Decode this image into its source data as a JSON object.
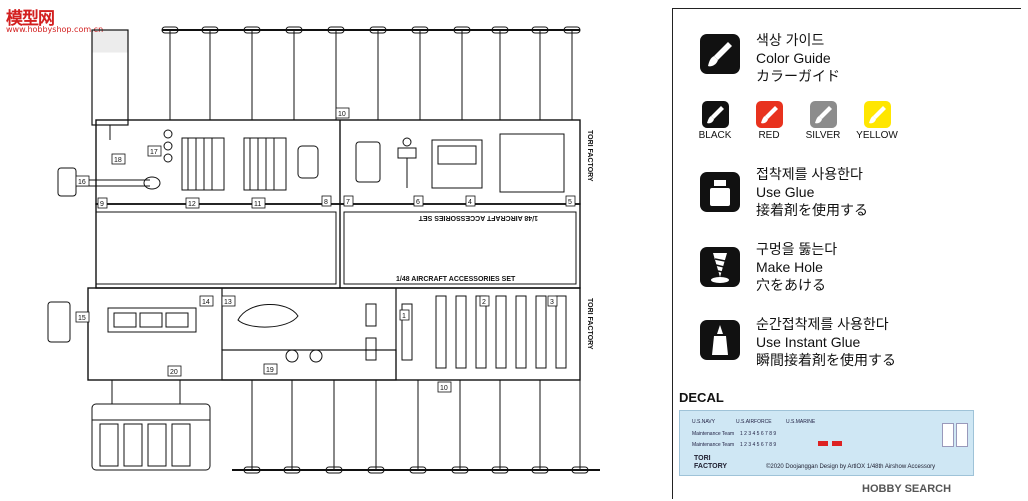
{
  "watermark": {
    "text": "模型网",
    "url": "www.hobbyshop.com.cn"
  },
  "sprue": {
    "brand": "TORI FACTORY",
    "set_name": "1/48 AIRCRAFT ACCESSORIES SET",
    "part_numbers": [
      "1",
      "2",
      "3",
      "4",
      "5",
      "6",
      "7",
      "8",
      "9",
      "10",
      "11",
      "12",
      "13",
      "14",
      "15",
      "16",
      "17",
      "18",
      "19",
      "20"
    ]
  },
  "guide": {
    "color_guide": {
      "ko": "색상 가이드",
      "en": "Color Guide",
      "ja": "カラーガイド",
      "icon": "paint-brush-icon"
    },
    "colors": [
      {
        "label": "BLACK",
        "hex": "#111111"
      },
      {
        "label": "RED",
        "hex": "#e8321e"
      },
      {
        "label": "SILVER",
        "hex": "#8c8c8c"
      },
      {
        "label": "YELLOW",
        "hex": "#ffe600"
      }
    ],
    "use_glue": {
      "ko": "접착제를 사용한다",
      "en": "Use Glue",
      "ja": "接着剤を使用する",
      "icon": "glue-bottle-icon"
    },
    "make_hole": {
      "ko": "구멍을 뚫는다",
      "en": "Make Hole",
      "ja": "穴をあける",
      "icon": "drill-icon"
    },
    "instant_glue": {
      "ko": "순간접착제를 사용한다",
      "en": "Use Instant Glue",
      "ja": "瞬間接着剤を使用する",
      "icon": "instant-glue-icon"
    }
  },
  "decal": {
    "title": "DECAL",
    "branches": [
      "U.S.NAVY",
      "U.S.AIRFORCE",
      "U.S.MARINE"
    ],
    "row_label": "Maintenance Team",
    "digits": "1 2 3 4 5 6 7 8 9",
    "logo": [
      "TORI",
      "FACTORY"
    ],
    "footer": "©2020 Doojanggan   Design by ArtlOX   1/48th Airshow Accessory"
  },
  "hobby_search": "HOBBY SEARCH"
}
